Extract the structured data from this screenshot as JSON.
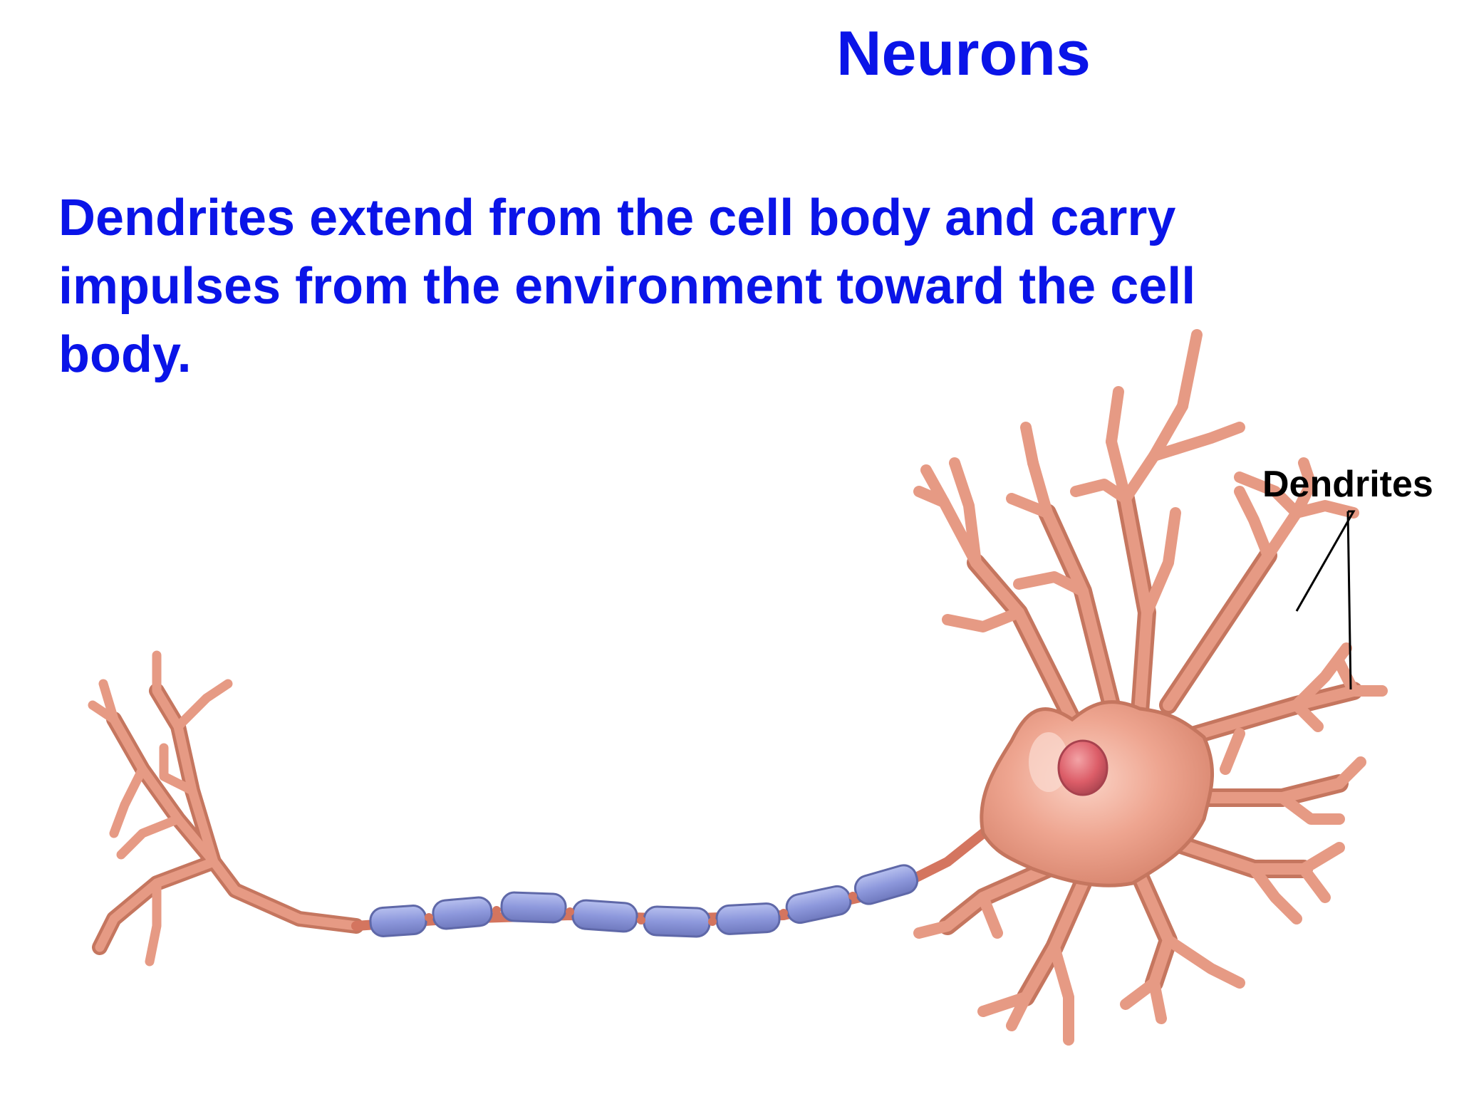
{
  "slide": {
    "title": "Neurons",
    "body_lines": [
      "Dendrites extend from the cell body and carry",
      "impulses from the environment toward the cell",
      "body."
    ]
  },
  "diagram": {
    "label": "Dendrites"
  },
  "colors": {
    "text_blue": "#0a14e8",
    "label_black": "#000000",
    "neuron_body": "#e69a84",
    "neuron_outline": "#c0725f",
    "nucleus": "#d9535e",
    "myelin": "#8b96d9",
    "myelin_outline": "#6a73b4",
    "node": "#d4755f"
  }
}
